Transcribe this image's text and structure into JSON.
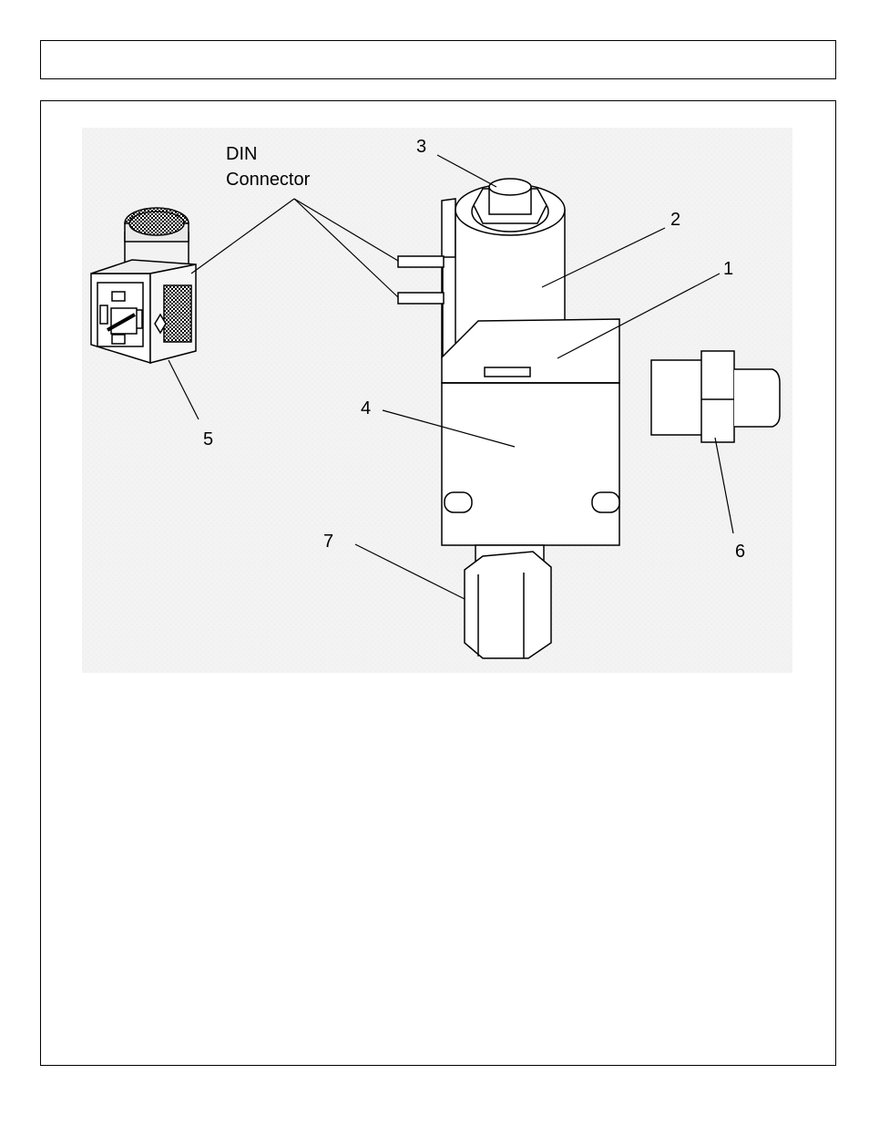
{
  "header": {
    "title": ""
  },
  "diagram": {
    "callouts": {
      "din_line1": "DIN",
      "din_line2": "Connector",
      "c1": "1",
      "c2": "2",
      "c3": "3",
      "c4": "4",
      "c5": "5",
      "c6": "6",
      "c7": "7"
    }
  }
}
